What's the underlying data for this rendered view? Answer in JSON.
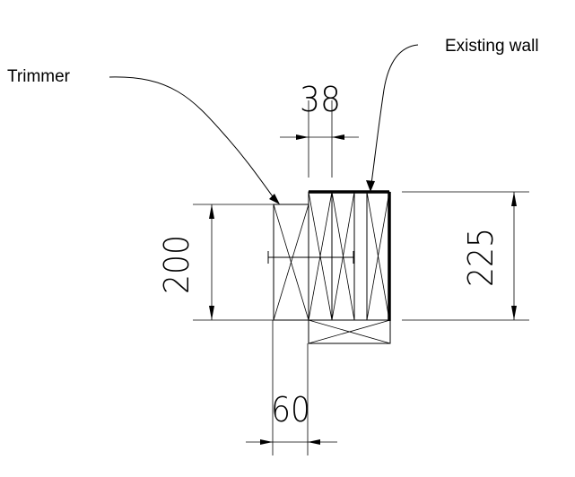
{
  "labels": {
    "trimmer": "Trimmer",
    "existing_wall": "Existing wall"
  },
  "dimensions": {
    "top_width": "38",
    "left_height": "200",
    "right_height": "225",
    "bottom_width": "60"
  },
  "colors": {
    "line": "#000000",
    "background": "#ffffff"
  }
}
